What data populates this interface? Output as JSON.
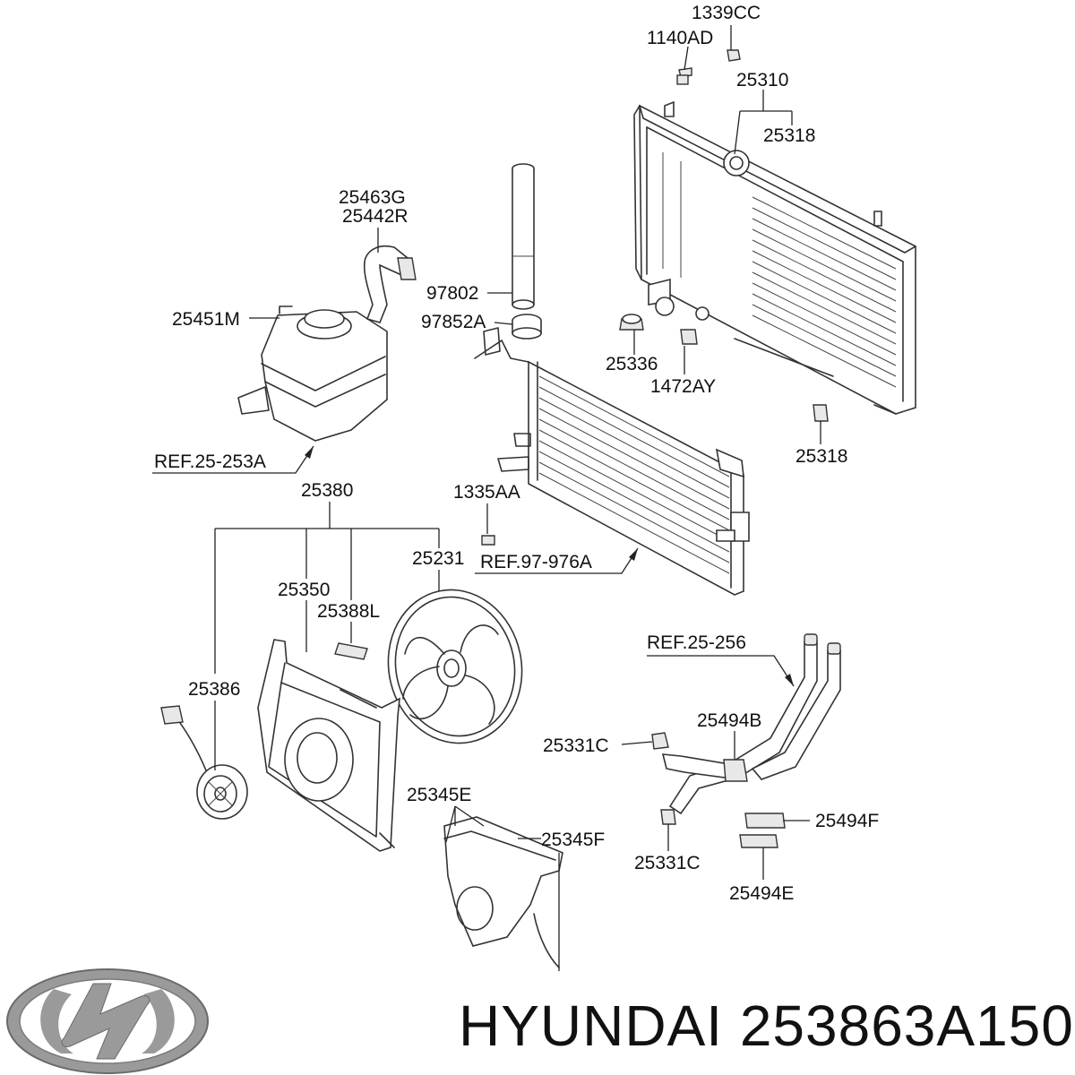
{
  "labels": {
    "l_1339CC": "1339CC",
    "l_1140AD": "1140AD",
    "l_25310": "25310",
    "l_25318_top": "25318",
    "l_25463G": "25463G",
    "l_25442R": "25442R",
    "l_97802": "97802",
    "l_25451M": "25451M",
    "l_97852A": "97852A",
    "l_25336": "25336",
    "l_1472AY": "1472AY",
    "l_25318_bottom": "25318",
    "l_ref_25_253A": "REF.25-253A",
    "l_25380": "25380",
    "l_1335AA": "1335AA",
    "l_25231": "25231",
    "l_ref_97_976A": "REF.97-976A",
    "l_25350": "25350",
    "l_25388L": "25388L",
    "l_ref_25_256": "REF.25-256",
    "l_25386": "25386",
    "l_25494B": "25494B",
    "l_25331C_top": "25331C",
    "l_25345E": "25345E",
    "l_25345F": "25345F",
    "l_25494F": "25494F",
    "l_25331C_bottom": "25331C",
    "l_25494E": "25494E"
  },
  "brand": {
    "logo_icon": "hyundai-logo-icon",
    "caption": "HYUNDAI 253863A150"
  }
}
